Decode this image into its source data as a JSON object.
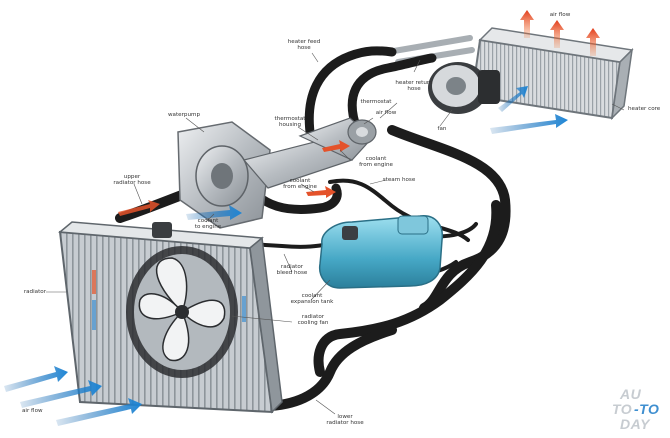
{
  "diagram": {
    "labels": {
      "air_flow_top": "air flow",
      "heater_feed_hose": "heater feed\nhose",
      "heater_return_hose": "heater return\nhose",
      "thermostat": "thermostat",
      "heater_core": "heater core",
      "waterpump": "waterpump",
      "thermostat_housing": "thermostat\nhousing",
      "air_flow_fan": "air flow",
      "fan": "fan",
      "coolant_from_engine_1": "coolant\nfrom engine",
      "coolant_from_engine_2": "coolant\nfrom engine",
      "steam_hose": "steam hose",
      "upper_radiator_hose": "upper\nradiator hose",
      "coolant_to_engine": "coolant\nto engine",
      "radiator_bleed_hose": "radiator\nbleed hose",
      "coolant_expansion_tank": "coolant\nexpansion tank",
      "radiator": "radiator",
      "radiator_cooling_fan": "radiator\ncooling fan",
      "air_flow_bottom": "air flow",
      "lower_radiator_hose": "lower\nradiator hose"
    },
    "watermark": {
      "line1": "AU",
      "line2a": "TO",
      "line2b": "-TO",
      "line3": "DAY"
    },
    "colors": {
      "hose": "#1c1c1c",
      "radiator": "#b9c0c6",
      "tank": "#5fb7cf",
      "metal": "#c9cdd1",
      "hot_arrow": "#e4522a",
      "cool_arrow": "#3f8fd0",
      "watermark": "#c7ccd1"
    }
  }
}
